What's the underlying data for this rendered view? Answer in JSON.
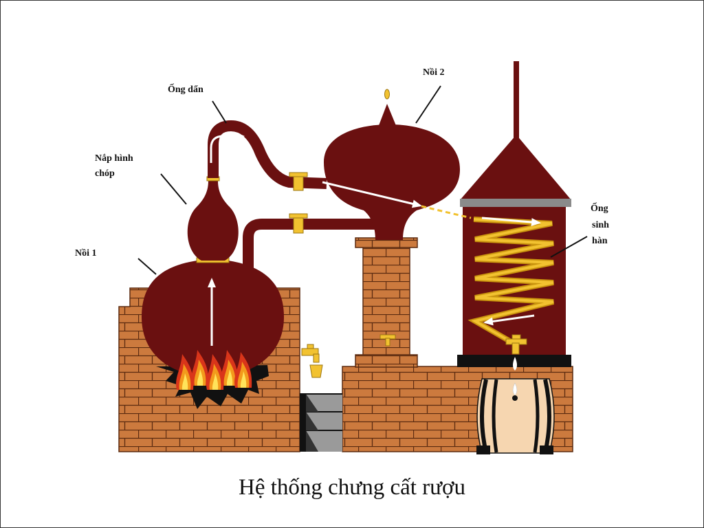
{
  "slide": {
    "caption": "Hệ thống chưng cất rượu"
  },
  "diagram": {
    "labels": {
      "ong_dan": "Ống dẩn",
      "nap_hinh_chop": [
        "Nắp hình",
        "chóp"
      ],
      "noi_1": "Nồi 1",
      "noi_2": "Nồi 2",
      "ong_sinh_han": [
        "Ống",
        "sinh",
        "hàn"
      ]
    },
    "colors": {
      "pot": "#6a1010",
      "brick": "#cc7a3e",
      "mortar": "#5a2a10",
      "accent": "#f2c230",
      "steps": "#9a9a9a",
      "barrel": "#f6d6b0",
      "arrow": "#ffffff"
    }
  }
}
